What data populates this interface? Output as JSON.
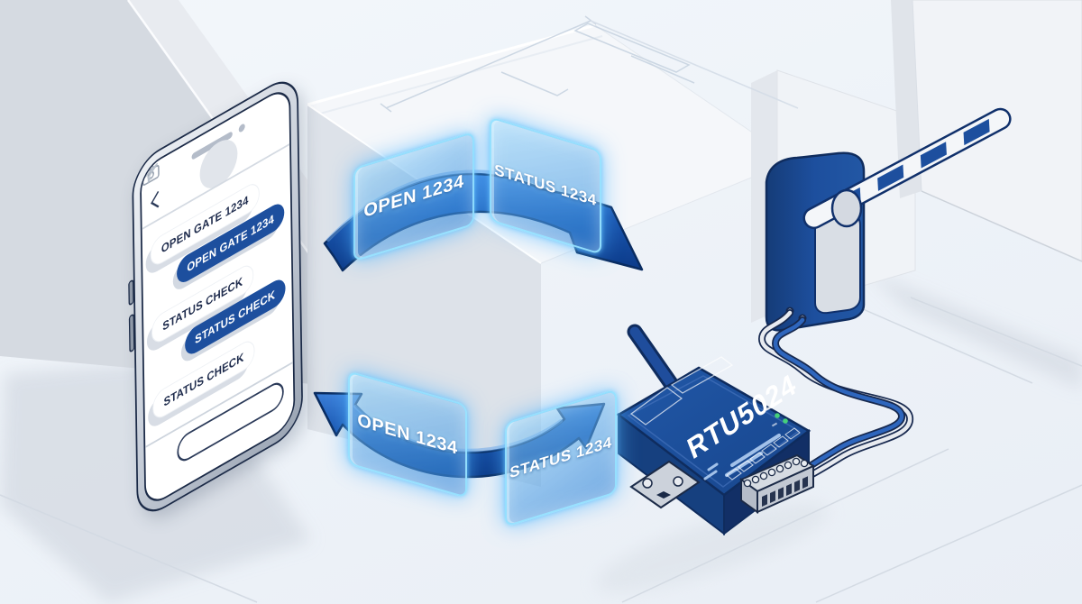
{
  "illustration": {
    "phone": {
      "messages": [
        {
          "direction": "incoming",
          "text": "OPEN GATE 1234"
        },
        {
          "direction": "outgoing",
          "text": "OPEN GATE 1234"
        },
        {
          "direction": "incoming",
          "text": "STATUS CHECK"
        },
        {
          "direction": "outgoing",
          "text": "STATUS CHECK"
        },
        {
          "direction": "incoming",
          "text": "STATUS CHECK"
        }
      ]
    },
    "sms_command_labels": {
      "phone_to_device_open": "OPEN 1234",
      "phone_to_device_status": "STATUS 1234",
      "device_to_phone_open": "OPEN 1234",
      "device_to_phone_status": "STATUS 1234"
    },
    "device": {
      "model": "RTU5024"
    },
    "colors": {
      "brand_blue": "#1d4f9e",
      "dark_blue": "#10306b",
      "glow_cyan": "#57c8ff",
      "led_green": "#45d07a",
      "bubble_blue": "#1d4f9e"
    }
  }
}
